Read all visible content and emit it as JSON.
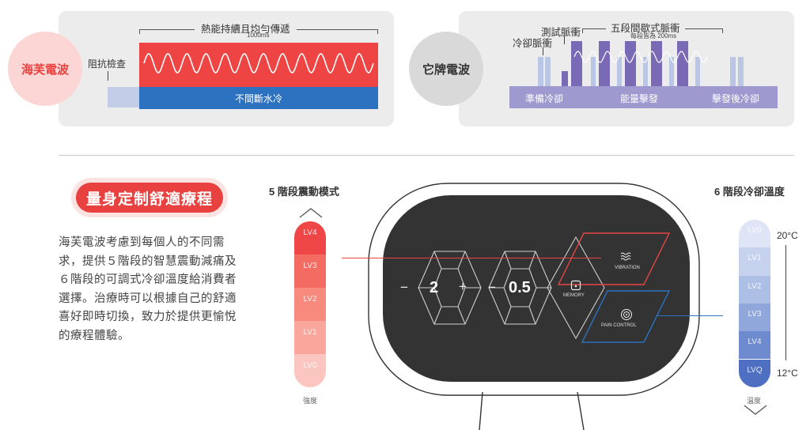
{
  "comparison": {
    "ours": {
      "name": "海芙電波",
      "impedance_label": "阻抗檢查",
      "heat_label": "熱能持續且均勻傳遞",
      "heat_duration": "1000ms",
      "cooling_label": "不間斷水冷"
    },
    "other": {
      "name": "它牌電波",
      "test_pulse_label": "測試脈衝",
      "cool_pulse_label": "冷卻脈衝",
      "burst_label": "五段間歇式脈衝",
      "burst_note": "每段皆為 200ms",
      "phase_pre": "準備冷卻",
      "phase_energy": "能量擊發",
      "phase_post": "擊發後冷卻"
    }
  },
  "feature": {
    "tagline": "量身定制舒適療程",
    "description": "海芙電波考慮到每個人的不同需求，提供５階段的智慧震動減痛及６階段的可調式冷卻溫度給消費者選擇。治療時可以根據自己的舒適喜好即時切換，致力於提供更愉悅的療程體驗。"
  },
  "vibration": {
    "title": "5 階段震動模式",
    "levels": [
      "LV4",
      "LV3",
      "LV2",
      "LV1",
      "LV0"
    ],
    "caption": "強度"
  },
  "cooling": {
    "title": "6 階段冷卻溫度",
    "levels": [
      "LV0",
      "LV1",
      "LV2",
      "LV3",
      "LV4",
      "LVQ"
    ],
    "temp_high": "20°C",
    "temp_low": "12°C",
    "caption": "溫度"
  },
  "device": {
    "left_value": "2",
    "right_value": "0.5",
    "minus": "−",
    "plus": "+",
    "memory_label": "MEMORY",
    "vibration_label": "VIBRATION",
    "pain_label": "PAIN CONTROL"
  },
  "colors": {
    "red": "#ef4444",
    "blue": "#2d72c0",
    "purple": "#7a69b5",
    "lavender": "#a49dd3",
    "pale_blue": "#b9c6e6"
  }
}
